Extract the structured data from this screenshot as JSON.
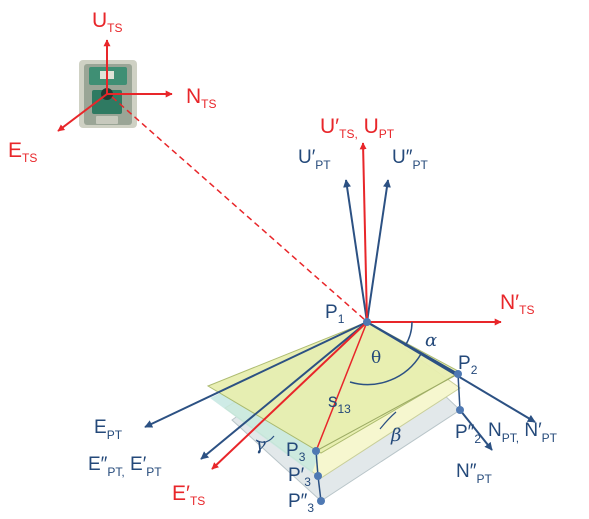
{
  "colors": {
    "red": "#e8262a",
    "blue": "#2c5183",
    "text_blue": "#24497a",
    "plane_front": "#e8efb0",
    "plane_mid": "#f6f7cf",
    "plane_back": "#e2e8ea",
    "plane_left": "#c5e8e2",
    "point_fill": "#4f79b3"
  },
  "icons": {
    "instrument": "total-station-instrument-icon"
  },
  "labels": {
    "u_ts": {
      "main": "U",
      "sub": "TS"
    },
    "n_ts": {
      "main": "N",
      "sub": "TS"
    },
    "e_ts": {
      "main": "E",
      "sub": "TS"
    },
    "u_ts_prime": {
      "main": "U′",
      "sub": "TS,",
      "main2": " U",
      "sub2": "PT"
    },
    "u_pt_prime": {
      "main": "U′",
      "sub": "PT"
    },
    "u_pt_dprime": {
      "main": "U″",
      "sub": "PT"
    },
    "n_ts_prime": {
      "main": "N′",
      "sub": "TS"
    },
    "p1": {
      "main": "P",
      "sub": "1"
    },
    "p2": {
      "main": "P",
      "sub": "2"
    },
    "p2_dprime": {
      "main": "P″",
      "sub": "2"
    },
    "p3": {
      "main": "P",
      "sub": "3"
    },
    "p3_prime": {
      "main": "P′",
      "sub": "3"
    },
    "p3_dprime": {
      "main": "P″",
      "sub": "3"
    },
    "e_pt": {
      "main": "E",
      "sub": "PT"
    },
    "e_pt_combo": {
      "main": "E″",
      "sub": "PT,",
      "main2": " E′",
      "sub2": "PT"
    },
    "e_ts_prime": {
      "main": "E′",
      "sub": "TS"
    },
    "n_pt_combo": {
      "main": "N",
      "sub": "PT,",
      "main2": " N′",
      "sub2": "PT"
    },
    "n_pt_dprime": {
      "main": "N″",
      "sub": "PT"
    },
    "s13": {
      "main": "s",
      "sub": "13"
    },
    "theta": "θ",
    "alpha": "α",
    "beta": "β",
    "gamma": "γ"
  }
}
